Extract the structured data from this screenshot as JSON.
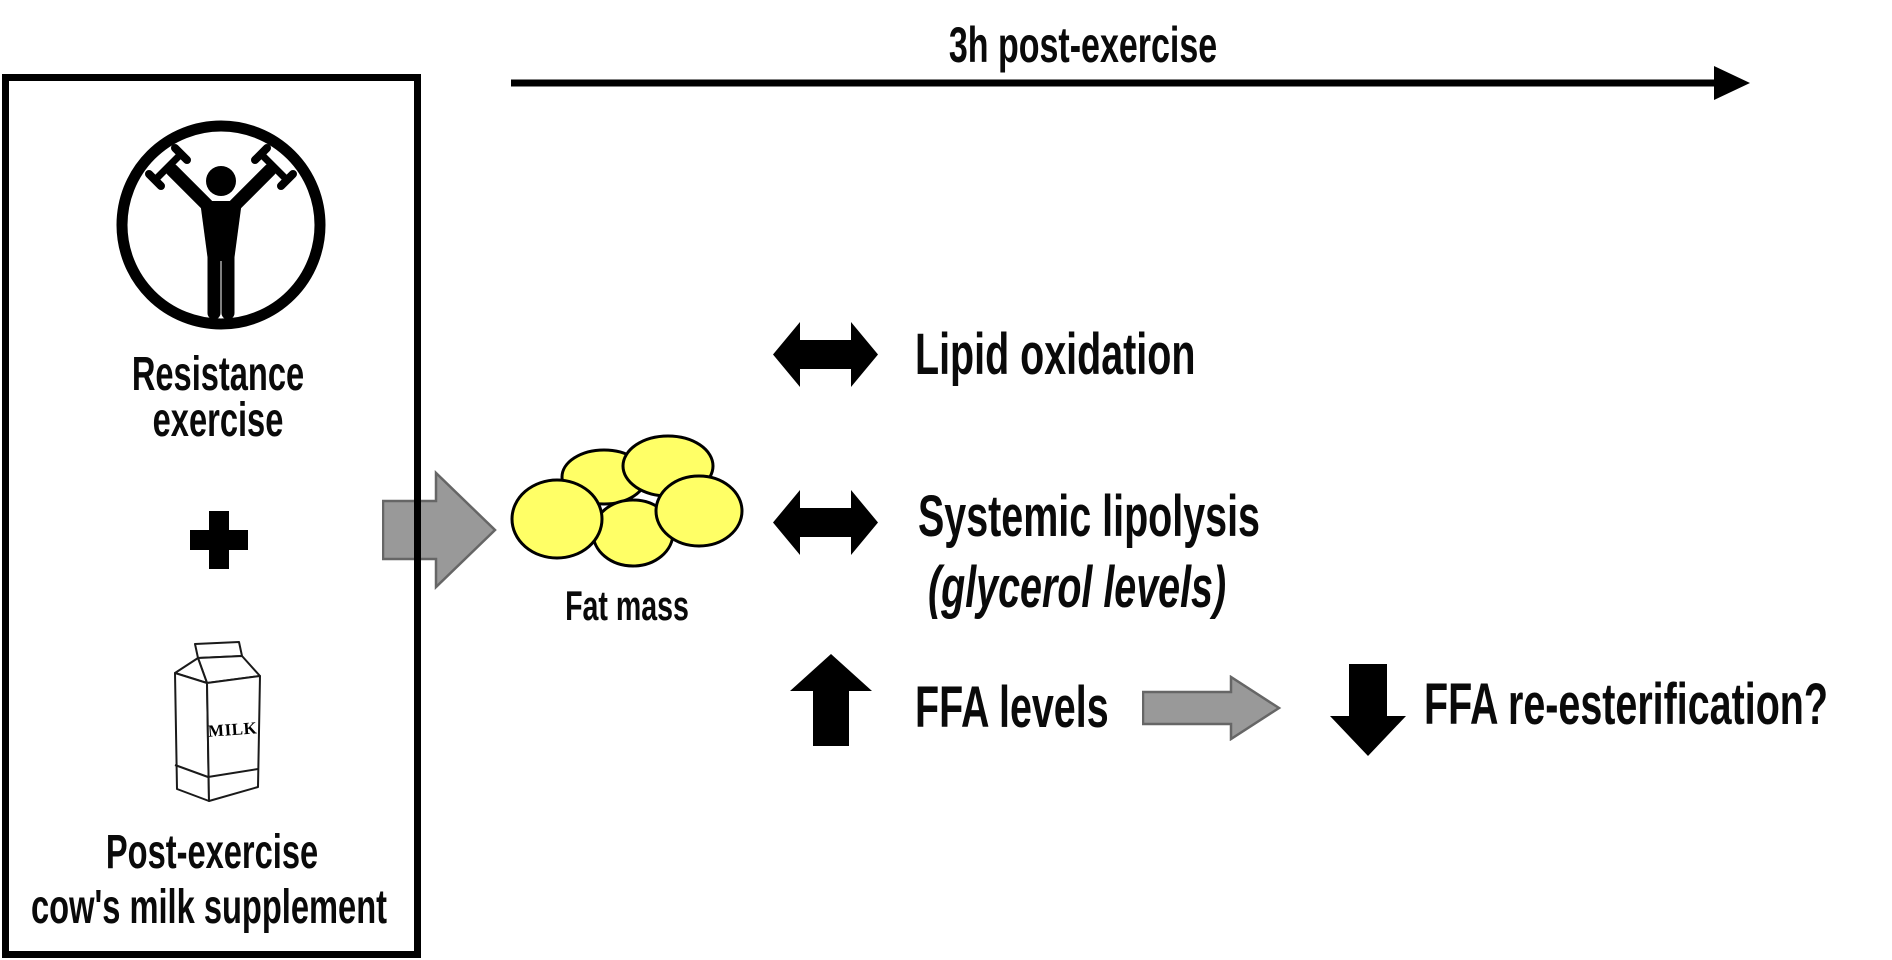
{
  "figure": {
    "type": "summary-diagram",
    "timeline": {
      "label": "3h post-exercise"
    },
    "panel": {
      "exercise_label_line1": "Resistance",
      "exercise_label_line2": "exercise",
      "milk_carton_text": "MILK",
      "supplement_label_line1": "Post-exercise",
      "supplement_label_line2": "cow's milk supplement"
    },
    "fat_mass": {
      "label": "Fat mass"
    },
    "outcomes": {
      "lipid_oxidation": {
        "label": "Lipid oxidation",
        "direction": "unchanged"
      },
      "systemic_lipolysis": {
        "label": "Systemic lipolysis",
        "sublabel": "(glycerol levels)",
        "direction": "unchanged"
      },
      "ffa_levels": {
        "label": "FFA levels",
        "direction": "increased"
      },
      "ffa_reesterification": {
        "label": "FFA re-esterification?",
        "direction": "decreased"
      }
    },
    "colors": {
      "background": "#FFFFFF",
      "fat_cell_yellow": "#FFFF66",
      "arrow_gray_fill": "#999999",
      "arrow_gray_border": "#666666",
      "black": "#000000"
    }
  }
}
